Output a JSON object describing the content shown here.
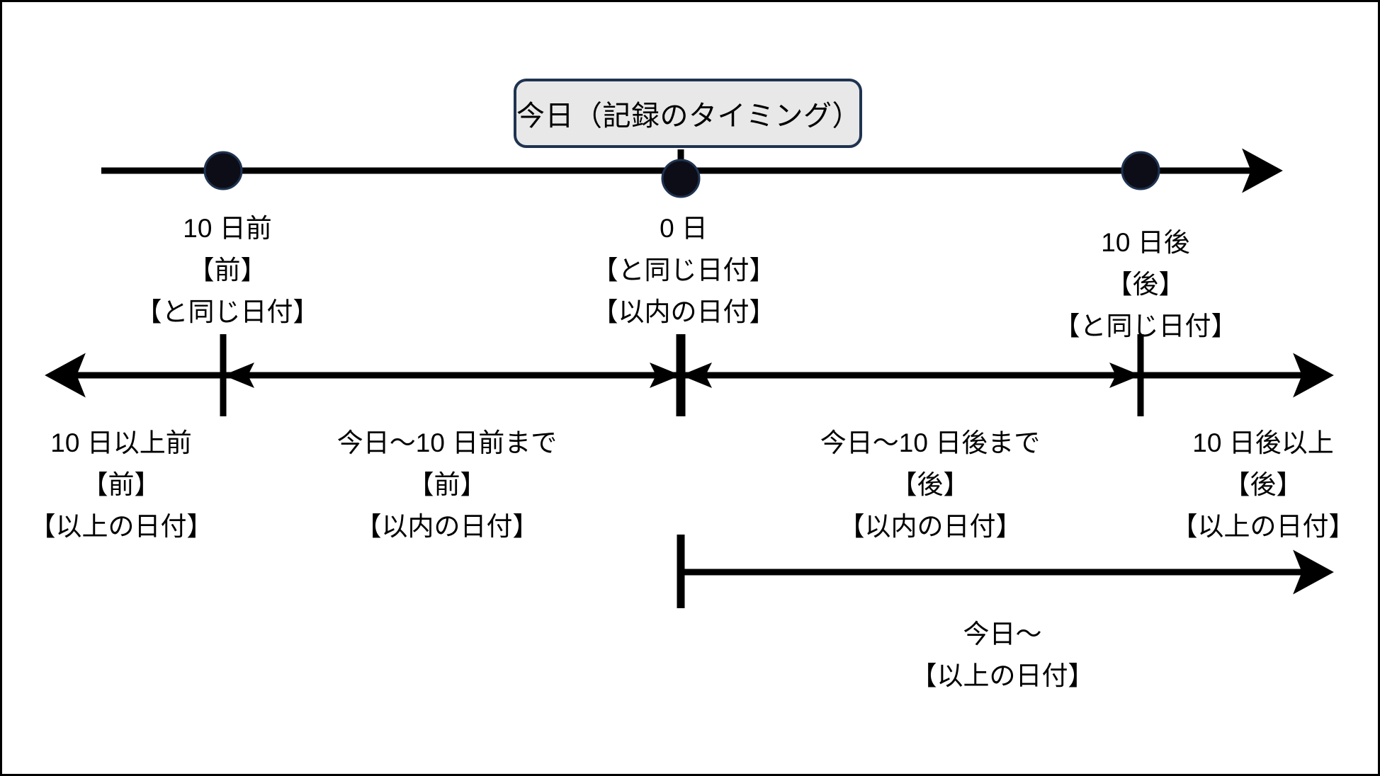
{
  "diagram": {
    "callout": {
      "text": "今日（記録のタイミング）",
      "fill_color": "#e8e8e8",
      "border_color": "#1f3350"
    },
    "line_color": "#000000",
    "marker_color": "#0d0d17",
    "marker_ring_color": "#1f3350",
    "timeline_markers": [
      {
        "id": "minus-10-days",
        "lines": [
          "10 日前",
          "【前】",
          "【と同じ日付】"
        ]
      },
      {
        "id": "zero-days",
        "lines": [
          "0 日",
          "【と同じ日付】",
          "【以内の日付】"
        ]
      },
      {
        "id": "plus-10-days",
        "lines": [
          "10 日後",
          "【後】",
          "【と同じ日付】"
        ]
      }
    ],
    "range_segments": [
      {
        "id": "before-10-or-more",
        "lines": [
          "10 日以上前",
          "【前】",
          "【以上の日付】"
        ]
      },
      {
        "id": "today-to-10-days-before",
        "lines": [
          "今日～10 日前まで",
          "【前】",
          "【以内の日付】"
        ]
      },
      {
        "id": "today-to-10-days-after",
        "lines": [
          "今日～10 日後まで",
          "【後】",
          "【以内の日付】"
        ]
      },
      {
        "id": "after-10-or-more",
        "lines": [
          "10 日後以上",
          "【後】",
          "【以上の日付】"
        ]
      }
    ],
    "bottom_range": {
      "id": "today-onward",
      "lines": [
        "今日～",
        "【以上の日付】"
      ]
    }
  }
}
